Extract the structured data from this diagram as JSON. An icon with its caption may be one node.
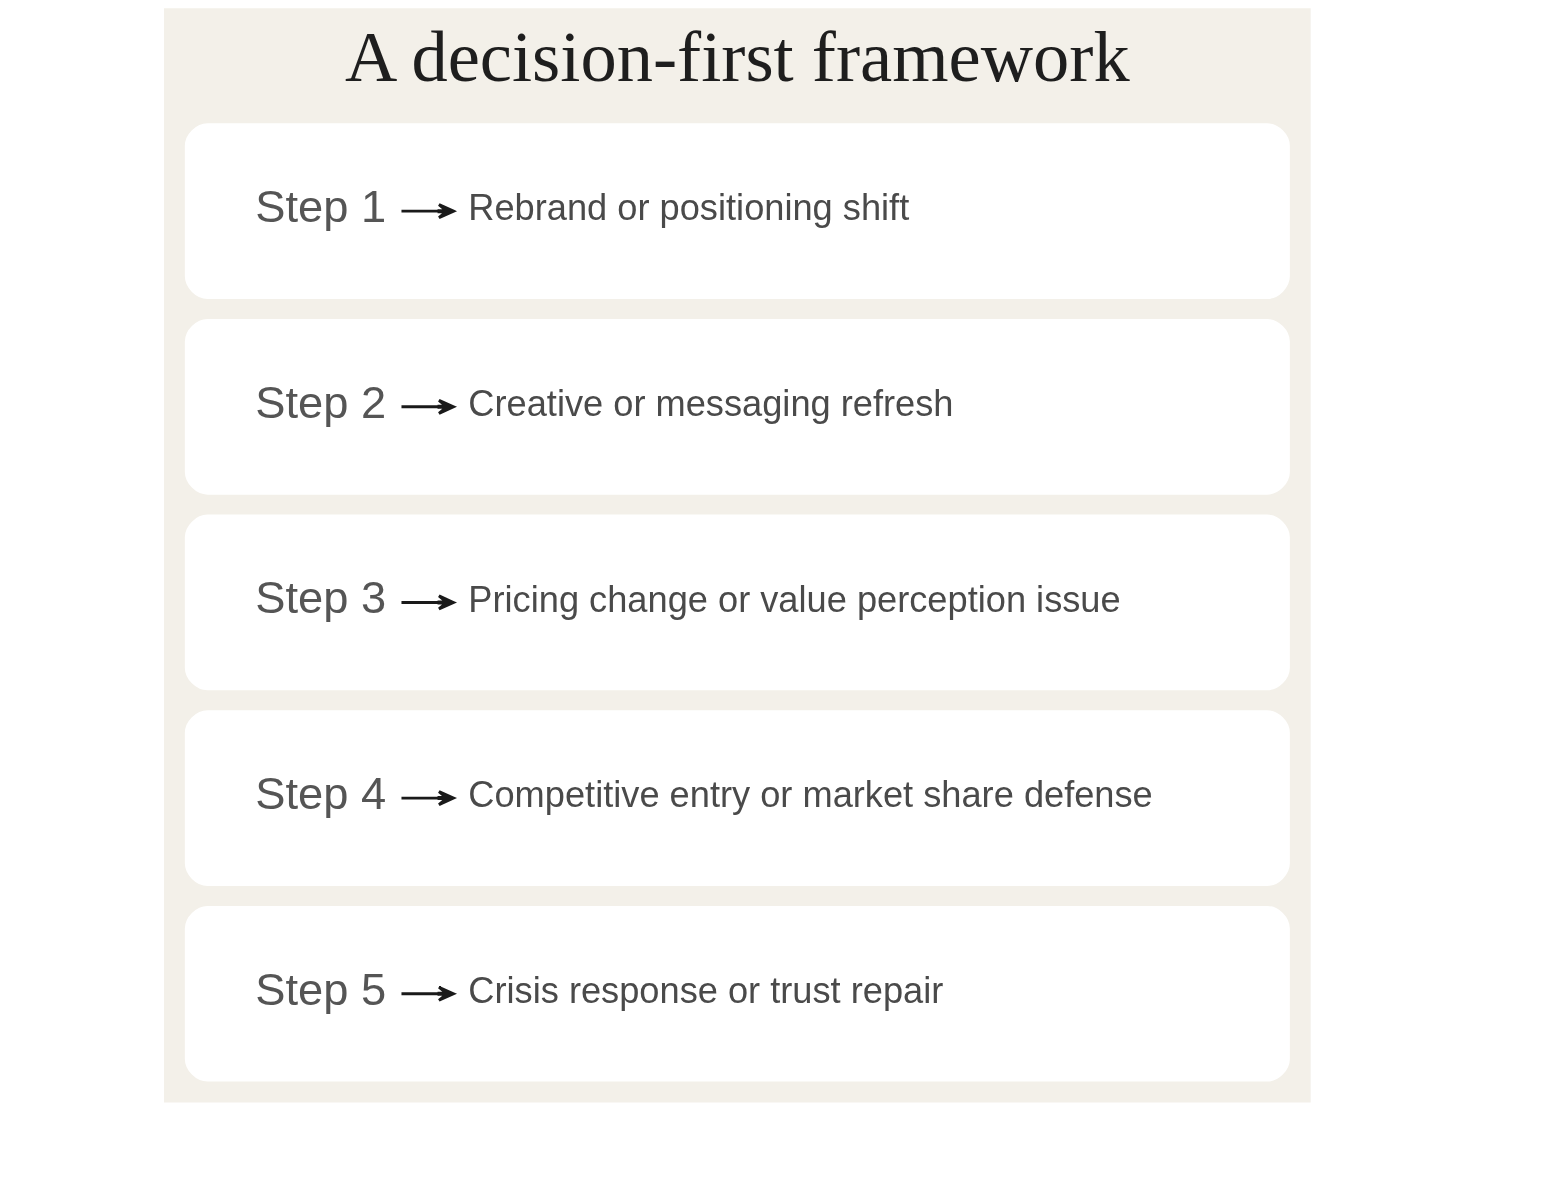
{
  "diagram": {
    "title": "A decision-first framework",
    "nodes": [
      {
        "text": [],
        "shape": "box"
      },
      {
        "text": [
          "Step 1"
        ],
        "in": 0
      },
      {
        "text": [
          "Rebrand or positioning shift"
        ],
        "in": 0
      },
      {
        "text": [],
        "shape": "box"
      },
      {
        "text": [
          "Step 2"
        ],
        "in": 3
      },
      {
        "text": [
          "Creative or messaging refresh"
        ],
        "in": 3
      },
      {
        "text": [],
        "shape": "box"
      },
      {
        "text": [
          "Step 3"
        ],
        "in": 6
      },
      {
        "text": [
          "Pricing change or value perception issue"
        ],
        "in": 6
      },
      {
        "text": [],
        "shape": "box"
      },
      {
        "text": [
          "Step 4"
        ],
        "in": 9
      },
      {
        "text": [
          "Competitive entry or market share defense"
        ],
        "in": 9
      },
      {
        "text": [],
        "shape": "box"
      },
      {
        "text": [
          "Step 5"
        ],
        "in": 12
      },
      {
        "text": [
          "Crisis response or trust repair"
        ],
        "in": 12
      }
    ],
    "edges": [
      {
        "from": 1,
        "to": 2,
        "arrow": "to"
      },
      {
        "from": 4,
        "to": 5,
        "arrow": "to"
      },
      {
        "from": 7,
        "to": 8,
        "arrow": "to"
      },
      {
        "from": 10,
        "to": 11,
        "arrow": "to"
      },
      {
        "from": 13,
        "to": 14,
        "arrow": "to"
      }
    ]
  }
}
